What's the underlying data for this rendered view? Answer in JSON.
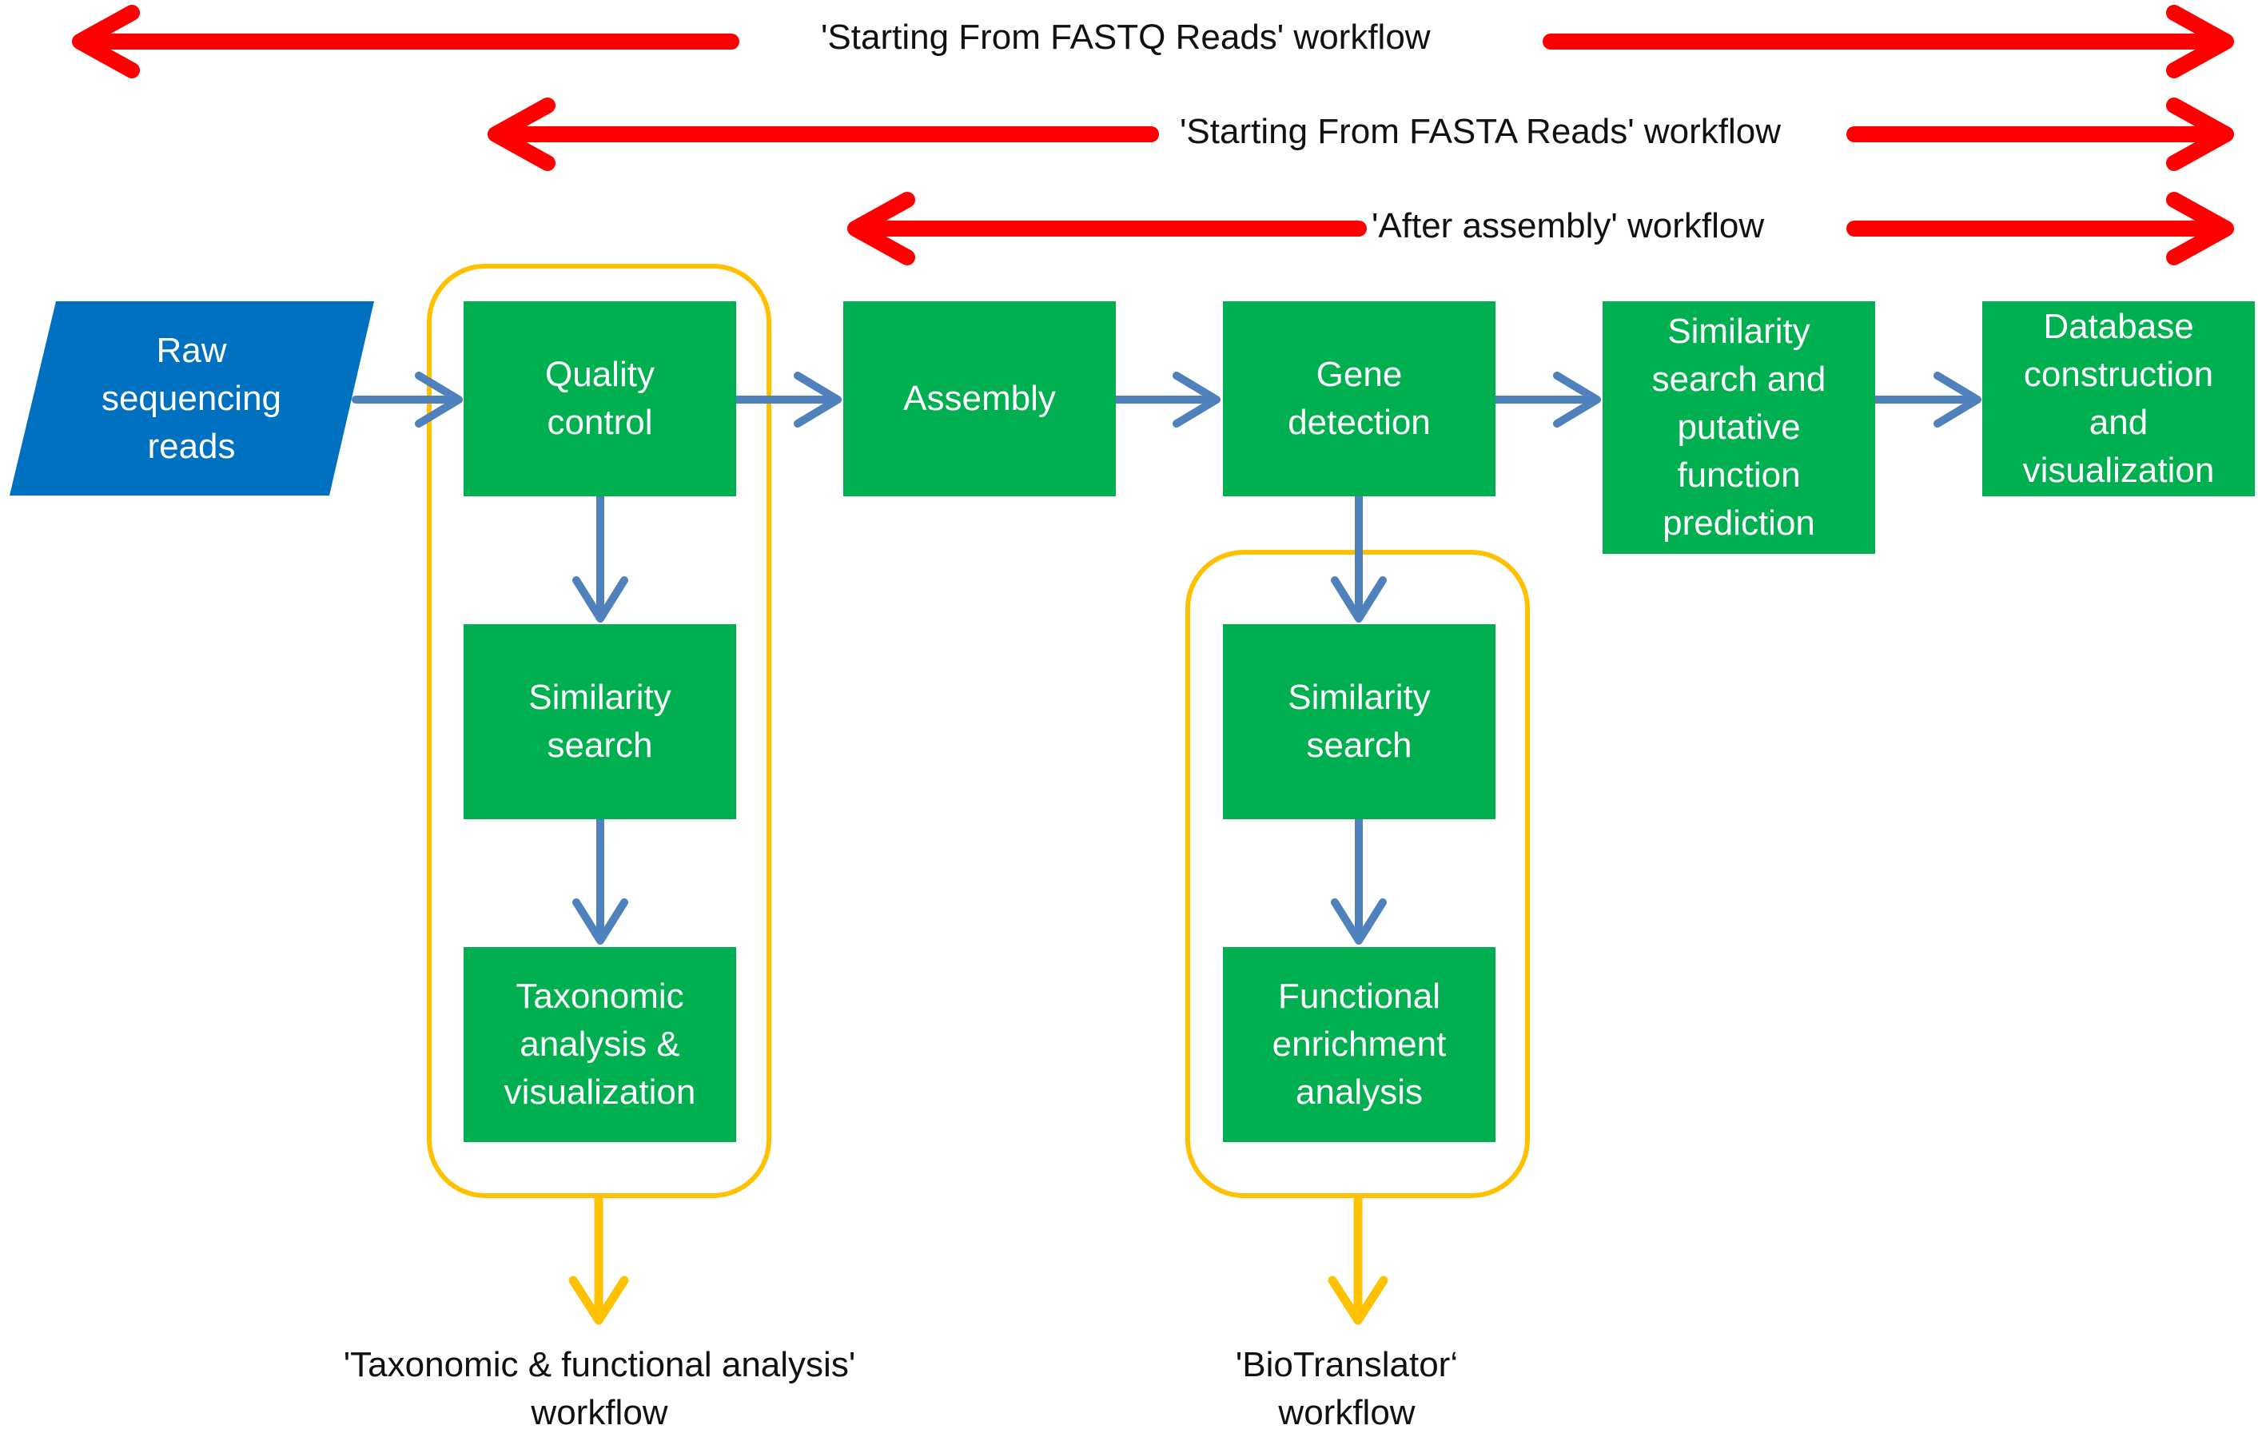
{
  "colors": {
    "workflow_arrow": "#ff0000",
    "process_box": "#00b050",
    "input_shape": "#0070c0",
    "connector": "#4f81bd",
    "module_frame": "#ffc000",
    "text_on_box": "#ffffff",
    "caption_text": "#111111"
  },
  "workflows": [
    {
      "label": "'Starting From FASTQ Reads' workflow"
    },
    {
      "label": "'Starting From FASTA Reads' workflow"
    },
    {
      "label": "'After assembly' workflow"
    }
  ],
  "nodes": {
    "raw_reads": {
      "lines": [
        "Raw",
        "sequencing",
        "reads"
      ]
    },
    "quality_control": {
      "lines": [
        "Quality",
        "control"
      ]
    },
    "assembly": {
      "lines": [
        "Assembly"
      ]
    },
    "gene_detection": {
      "lines": [
        "Gene",
        "detection"
      ]
    },
    "similarity_prediction": {
      "lines": [
        "Similarity",
        "search and",
        "putative",
        "function",
        "prediction"
      ]
    },
    "database": {
      "lines": [
        "Database",
        "construction",
        "and",
        "visualization"
      ]
    },
    "similarity_search_left": {
      "lines": [
        "Similarity",
        "search"
      ]
    },
    "taxonomic_analysis": {
      "lines": [
        "Taxonomic",
        "analysis &",
        "visualization"
      ]
    },
    "similarity_search_right": {
      "lines": [
        "Similarity",
        "search"
      ]
    },
    "functional_enrichment": {
      "lines": [
        "Functional",
        "enrichment",
        "analysis"
      ]
    }
  },
  "outputs": {
    "taxonomic_functional": {
      "lines": [
        "'Taxonomic & functional analysis'",
        "workflow"
      ]
    },
    "biotranslator": {
      "lines": [
        "'BioTranslator‘",
        "workflow"
      ]
    }
  }
}
